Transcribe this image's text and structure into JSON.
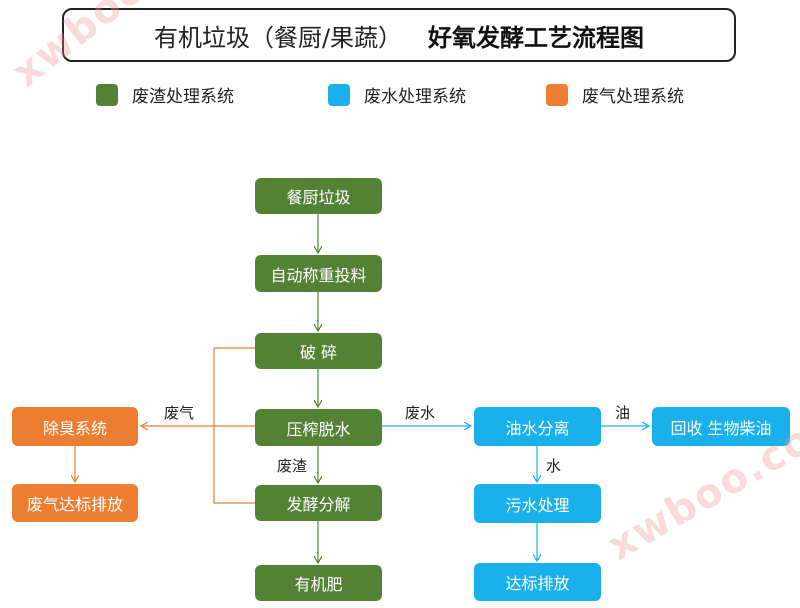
{
  "title": {
    "main": "有机垃圾（餐厨/果蔬）",
    "bold": "好氧发酵工艺流程图"
  },
  "legend": [
    {
      "label": "废渣处理系统",
      "color": "#548235"
    },
    {
      "label": "废水处理系统",
      "color": "#1ab0ec"
    },
    {
      "label": "废气处理系统",
      "color": "#ed7d31"
    }
  ],
  "nodes": {
    "food_waste": "餐厨垃圾",
    "auto_weigh": "自动称重投料",
    "crush": "破 碎",
    "press": "压榨脱水",
    "ferment": "发酵分解",
    "fertilizer": "有机肥",
    "deodorize": "除臭系统",
    "gas_discharge": "废气达标排放",
    "oil_water": "油水分离",
    "recycle": "回收 生物柴油",
    "sewage": "污水处理",
    "water_discharge": "达标排放"
  },
  "edge_labels": {
    "waste_gas": "废气",
    "waste_water": "废水",
    "oil": "油",
    "water": "水",
    "residue": "废渣"
  },
  "watermark": "xwboo.com"
}
